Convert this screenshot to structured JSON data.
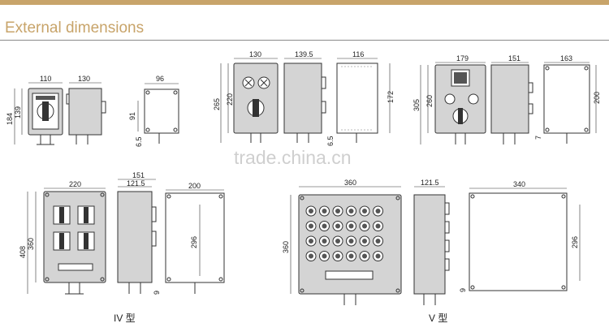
{
  "header": {
    "title": "External dimensions",
    "accent_color": "#c8a46a",
    "title_color": "#c8a46a"
  },
  "watermark": "trade.china.cn",
  "views": {
    "type1": {
      "width": "110",
      "side_width": "130",
      "height_outer": "184",
      "height_inner": "139",
      "top_width": "96",
      "side_height": "91",
      "flange": "6.5"
    },
    "type2": {
      "width": "130",
      "side_width": "139.5",
      "back_width": "116",
      "height_outer": "265",
      "height_inner": "220",
      "back_height": "172",
      "flange": "6.5"
    },
    "type3": {
      "width": "179",
      "side_width": "151",
      "back_width": "163",
      "height_outer": "305",
      "height_inner": "260",
      "back_height": "200",
      "flange": "7"
    },
    "type4": {
      "width": "220",
      "side_outer": "151",
      "side_inner": "121.5",
      "back_width": "200",
      "height_outer": "408",
      "height_inner": "360",
      "back_height": "296",
      "flange": "9",
      "caption": "IV 型"
    },
    "type5": {
      "width": "360",
      "height": "360",
      "side_width": "121.5",
      "back_width": "340",
      "back_height": "296",
      "flange": "9",
      "caption": "V 型"
    }
  }
}
